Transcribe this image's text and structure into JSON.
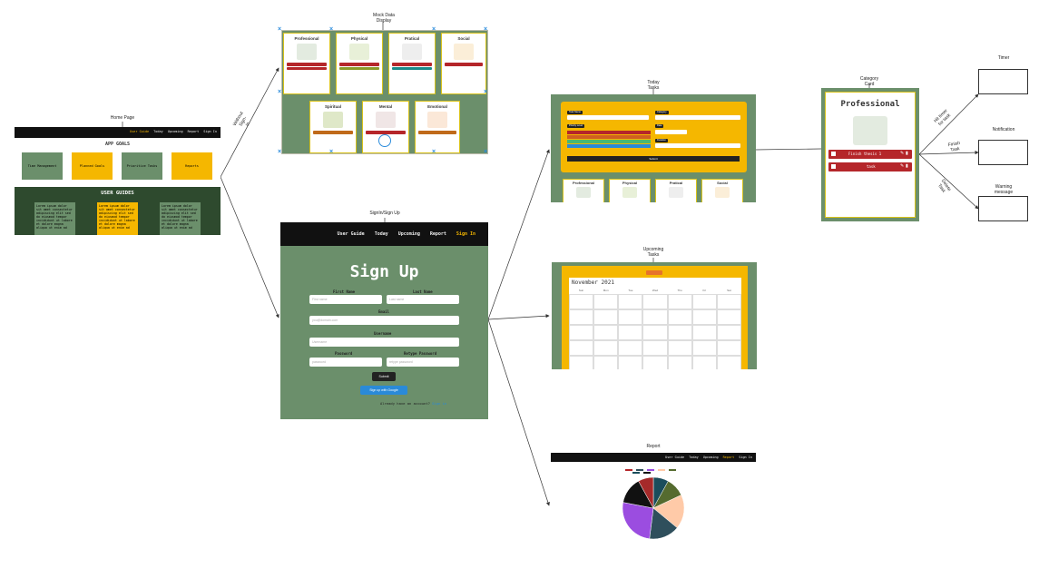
{
  "labels": {
    "home": "Home Page",
    "mock": "Mock Data\nDisplay",
    "signin": "SignIn/Sign Up",
    "today": "Today\nTasks",
    "upcoming": "Upcoming\nTasks",
    "report": "Report",
    "category": "Category\nCard",
    "timer": "Timer",
    "notification": "Notification",
    "warning": "Warning\nmessage",
    "without_signin": "Without\nSign-\nin",
    "hit_timer": "Hit timer\nfor task",
    "finish_task": "Finish\nTask",
    "delete_task": "Delete\nTask"
  },
  "home": {
    "nav": [
      "User Guide",
      "Today",
      "Upcoming",
      "Report",
      "Sign In"
    ],
    "goals_title": "APP GOALS",
    "goals": [
      "Time Management",
      "Planned Goals",
      "Prioritize Tasks",
      "Reports"
    ],
    "guides_title": "USER GUIDES",
    "guide_text": "Lorem ipsum dolor sit amet consectetur adipiscing elit sed do eiusmod tempor incididunt ut labore et dolore magna aliqua ut enim ad"
  },
  "mock": {
    "cards_top": [
      "Professional",
      "Physical",
      "Pratical",
      "Social"
    ],
    "cards_bottom": [
      "Spiritual",
      "Mental",
      "Emotional"
    ]
  },
  "signin": {
    "nav": [
      "User Guide",
      "Today",
      "Upcoming",
      "Report",
      "Sign In"
    ],
    "title": "Sign Up",
    "first_name": "First Name",
    "last_name": "Last Name",
    "email": "Email",
    "username": "Username",
    "password": "Password",
    "retype": "Retype Password",
    "ph_first": "First name",
    "ph_last": "Last name",
    "ph_email": "you@domain.com",
    "ph_username": "Username",
    "ph_password": "password",
    "ph_retype": "retype password",
    "submit": "Submit",
    "google": "Sign up with Google",
    "already": "Already have an account?",
    "signin_link": "Sign in"
  },
  "today": {
    "cards": [
      "Professional",
      "Physical",
      "Pratical",
      "Social"
    ],
    "submit": "Submit"
  },
  "upcoming": {
    "month": "November 2021",
    "days": [
      "Sun",
      "Mon",
      "Tue",
      "Wed",
      "Thu",
      "Fri",
      "Sat"
    ]
  },
  "report": {
    "nav": [
      "User Guide",
      "Today",
      "Upcoming",
      "Report",
      "Sign In"
    ]
  },
  "category": {
    "title": "Professional",
    "task1": "Finish thesis 1",
    "task2": "task"
  },
  "colors": {
    "green": "#6b8f6b",
    "yellow": "#f5b700",
    "red": "#b5262a",
    "dark": "#111111"
  },
  "chart_data": {
    "type": "pie",
    "values": [
      8,
      10,
      18,
      16,
      26,
      14,
      8
    ],
    "colors": [
      "#1a4d5c",
      "#556b2f",
      "#ffcaa8",
      "#2f4f5c",
      "#9b4de0",
      "#111111",
      "#a52a2a"
    ]
  }
}
